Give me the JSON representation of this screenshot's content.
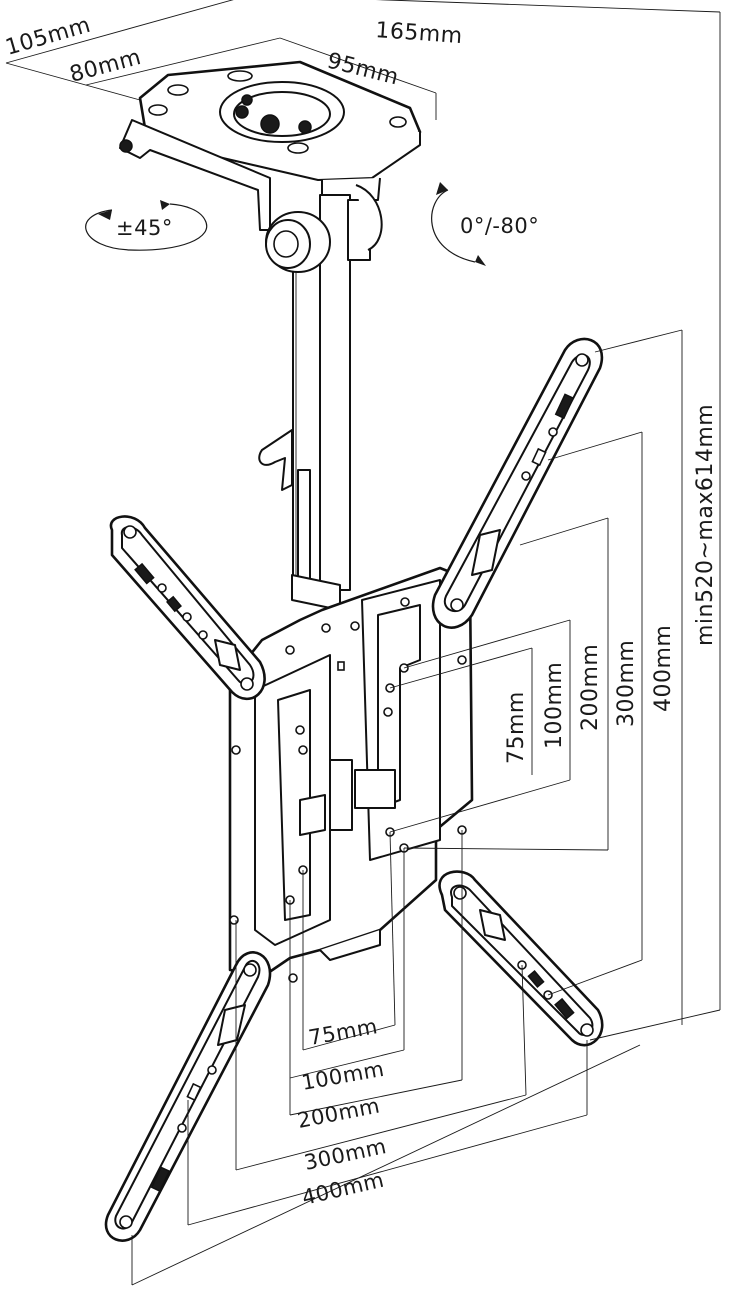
{
  "ceiling_plate": {
    "dims": [
      "165mm",
      "105mm",
      "95mm",
      "80mm"
    ]
  },
  "rotation": {
    "swivel": "±45°",
    "tilt": "0°/-80°"
  },
  "height": {
    "range": "min520~max614mm"
  },
  "vesa_vertical": [
    "400mm",
    "300mm",
    "200mm",
    "100mm",
    "75mm"
  ],
  "vesa_horizontal": [
    "75mm",
    "100mm",
    "200mm",
    "300mm",
    "400mm"
  ]
}
